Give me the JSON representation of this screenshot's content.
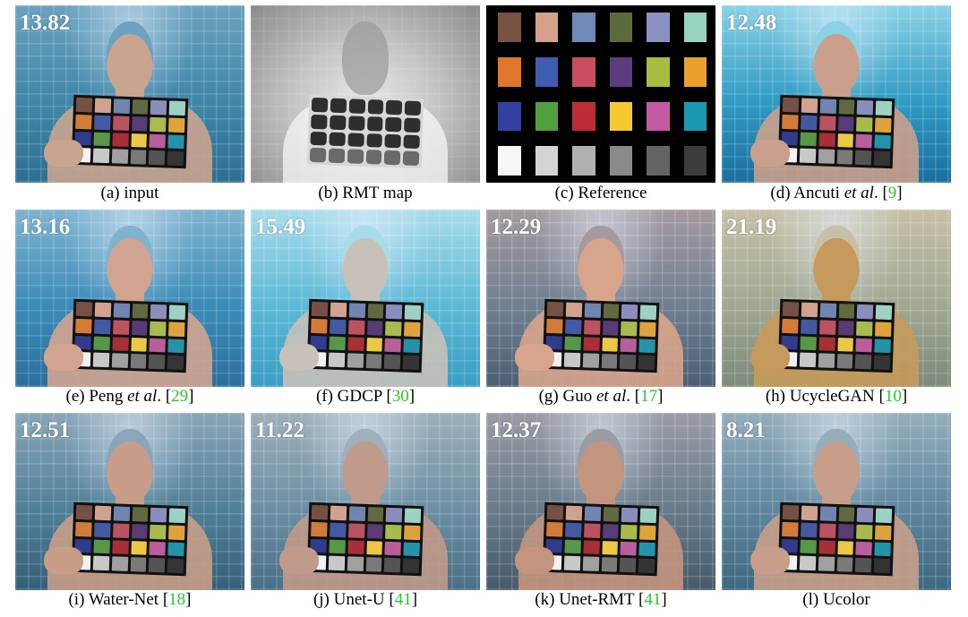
{
  "panels": [
    {
      "id": "a",
      "score": "13.82",
      "caption_pre": "(a) input",
      "etal": "",
      "caption_post": "",
      "ref": "",
      "colors": {
        "c1": "#6aa2bf",
        "c2": "#3f86a8",
        "c3": "#2d6f93",
        "skin": "#c9a48e",
        "chart_tint": "#88a6b2"
      }
    },
    {
      "id": "b",
      "score": "",
      "caption_pre": "(b) RMT map",
      "etal": "",
      "caption_post": "",
      "ref": ""
    },
    {
      "id": "c",
      "score": "",
      "caption_pre": "(c) Reference",
      "etal": "",
      "caption_post": "",
      "ref": ""
    },
    {
      "id": "d",
      "score": "12.48",
      "caption_pre": "(d) Ancuti ",
      "etal": "et al",
      "caption_post": ". [",
      "ref": "9",
      "colors": {
        "c1": "#8ad2e6",
        "c2": "#2f9ac2",
        "c3": "#1a6f9e",
        "skin": "#caa08c",
        "chart_tint": "#7fb7c9"
      }
    },
    {
      "id": "e",
      "score": "13.16",
      "caption_pre": "(e) Peng ",
      "etal": "et al",
      "caption_post": ". [",
      "ref": "29",
      "colors": {
        "c1": "#7fb3cf",
        "c2": "#3a8bb8",
        "c3": "#2a6f9c",
        "skin": "#d2a490",
        "chart_tint": "#8fa8b8"
      }
    },
    {
      "id": "f",
      "score": "15.49",
      "caption_pre": "(f) GDCP [",
      "etal": "",
      "caption_post": "",
      "ref": "30",
      "colors": {
        "c1": "#a9dcea",
        "c2": "#5cb8d6",
        "c3": "#3a9dc3",
        "skin": "#c7c1b8",
        "chart_tint": "#9cc6d2"
      }
    },
    {
      "id": "g",
      "score": "12.29",
      "caption_pre": "(g) Guo ",
      "etal": "et al",
      "caption_post": ". [",
      "ref": "17",
      "colors": {
        "c1": "#a59aa0",
        "c2": "#6f7f91",
        "c3": "#4c5e74",
        "skin": "#d7a58c",
        "chart_tint": "#9a96a0"
      }
    },
    {
      "id": "h",
      "score": "21.19",
      "caption_pre": "(h) UcycleGAN [",
      "etal": "",
      "caption_post": "",
      "ref": "10",
      "colors": {
        "c1": "#c7c0a8",
        "c2": "#9fa892",
        "c3": "#7d8a78",
        "skin": "#c69a5c",
        "chart_tint": "#b8a37a"
      }
    },
    {
      "id": "i",
      "score": "12.51",
      "caption_pre": "(i) Water-Net [",
      "etal": "",
      "caption_post": "",
      "ref": "18",
      "colors": {
        "c1": "#8aa6b8",
        "c2": "#4f7f98",
        "c3": "#355f79",
        "skin": "#c79d88",
        "chart_tint": "#7e98a8"
      }
    },
    {
      "id": "j",
      "score": "11.22",
      "caption_pre": "(j) Unet-U [",
      "etal": "",
      "caption_post": "",
      "ref": "41",
      "colors": {
        "c1": "#9db0bc",
        "c2": "#6c8ea3",
        "c3": "#4a6f86",
        "skin": "#c09a8a",
        "chart_tint": "#8aa0ad"
      }
    },
    {
      "id": "k",
      "score": "12.37",
      "caption_pre": "(k) Unet-RMT [",
      "etal": "",
      "caption_post": "",
      "ref": "41",
      "colors": {
        "c1": "#9a9ca4",
        "c2": "#677a8a",
        "c3": "#465a6c",
        "skin": "#c4957e",
        "chart_tint": "#8f8f98"
      }
    },
    {
      "id": "l",
      "score": "8.21",
      "caption_pre": "(l) Ucolor",
      "etal": "",
      "caption_post": "",
      "ref": "",
      "colors": {
        "c1": "#95aebd",
        "c2": "#5d869e",
        "c3": "#3f6880",
        "skin": "#c89e8a",
        "chart_tint": "#86a0ae"
      }
    }
  ],
  "checker_colors": [
    "#7a5042",
    "#d6a28c",
    "#6d85b8",
    "#5f6b3a",
    "#8a8ec4",
    "#96d4c2",
    "#e0792a",
    "#3f5ab0",
    "#c84e5e",
    "#5a3a7e",
    "#a8bc3e",
    "#e8a22a",
    "#2e3a9a",
    "#4e9a3e",
    "#b82a32",
    "#f2c82e",
    "#c45aa0",
    "#1496ae",
    "#f2f2f2",
    "#c8c8c8",
    "#a0a0a0",
    "#7a7a7a",
    "#545454",
    "#343434"
  ],
  "ref_colors": [
    "#7a5242",
    "#d6a08c",
    "#6e8ab8",
    "#5c6a3c",
    "#8c90c2",
    "#98d2c0",
    "#e0762c",
    "#405cb2",
    "#c84e60",
    "#5c3c7e",
    "#aabc40",
    "#eaa02c",
    "#3240a0",
    "#50a040",
    "#bc2c36",
    "#f4ca30",
    "#c45aa2",
    "#1a9ab0",
    "#f6f6f6",
    "#d4d4d4",
    "#b0b0b0",
    "#8a8a8a",
    "#646464",
    "#3c3c3c"
  ]
}
